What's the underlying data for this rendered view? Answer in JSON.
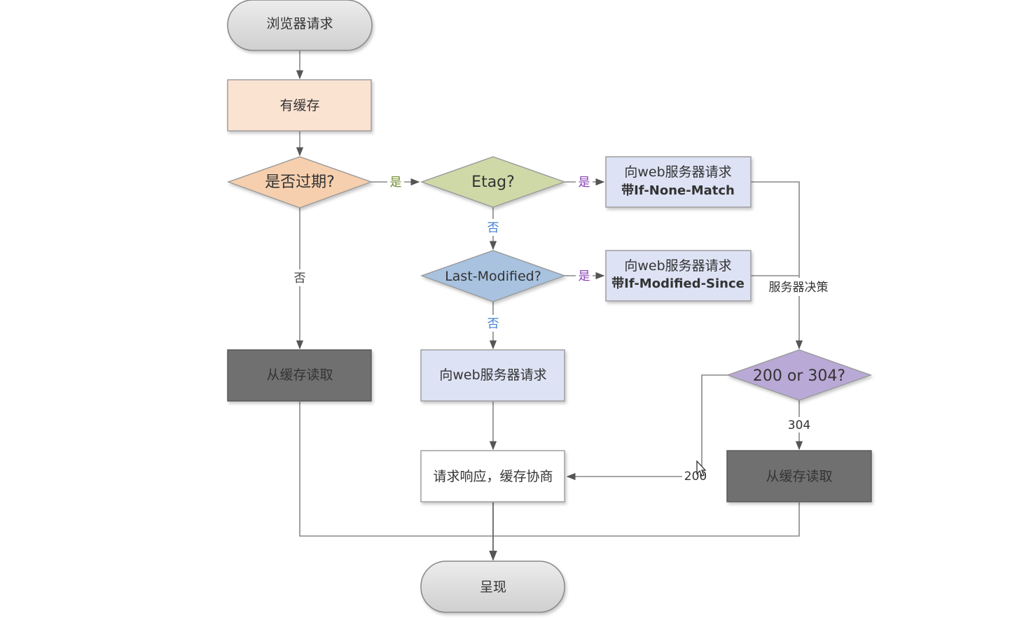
{
  "nodes": {
    "browser_request": "浏览器请求",
    "has_cache": "有缓存",
    "expired_q": "是否过期?",
    "etag_q": "Etag?",
    "req_if_none_match_line1": "向web服务器请求",
    "req_if_none_match_line2": "带If-None-Match",
    "last_modified_q": "Last-Modified?",
    "req_if_modified_since_line1": "向web服务器请求",
    "req_if_modified_since_line2": "带If-Modified-Since",
    "read_cache_left": "从缓存读取",
    "web_request": "向web服务器请求",
    "status_q": "200 or 304?",
    "response_negotiate": "请求响应，缓存协商",
    "read_cache_right": "从缓存读取",
    "render": "呈现"
  },
  "labels": {
    "yes_expired": "是",
    "yes_etag": "是",
    "yes_last_modified": "是",
    "no_etag": "否",
    "no_last_modified": "否",
    "no_expired": "否",
    "server_decision": "服务器决策",
    "code_304": "304",
    "code_200": "200"
  },
  "colors": {
    "stadium_fill": "#dcdcdc",
    "cache_fill": "#fbe3d2",
    "expired_fill": "#f6cfae",
    "etag_fill": "#cfd9a8",
    "request_fill": "#dde2f4",
    "last_modified_fill": "#a8c2e0",
    "dark_fill": "#6f6f6f",
    "status_fill": "#b9a9d6",
    "yes_green": "#6e8b2e",
    "yes_purple": "#8a3fb5",
    "no_blue": "#3f7fd6"
  }
}
